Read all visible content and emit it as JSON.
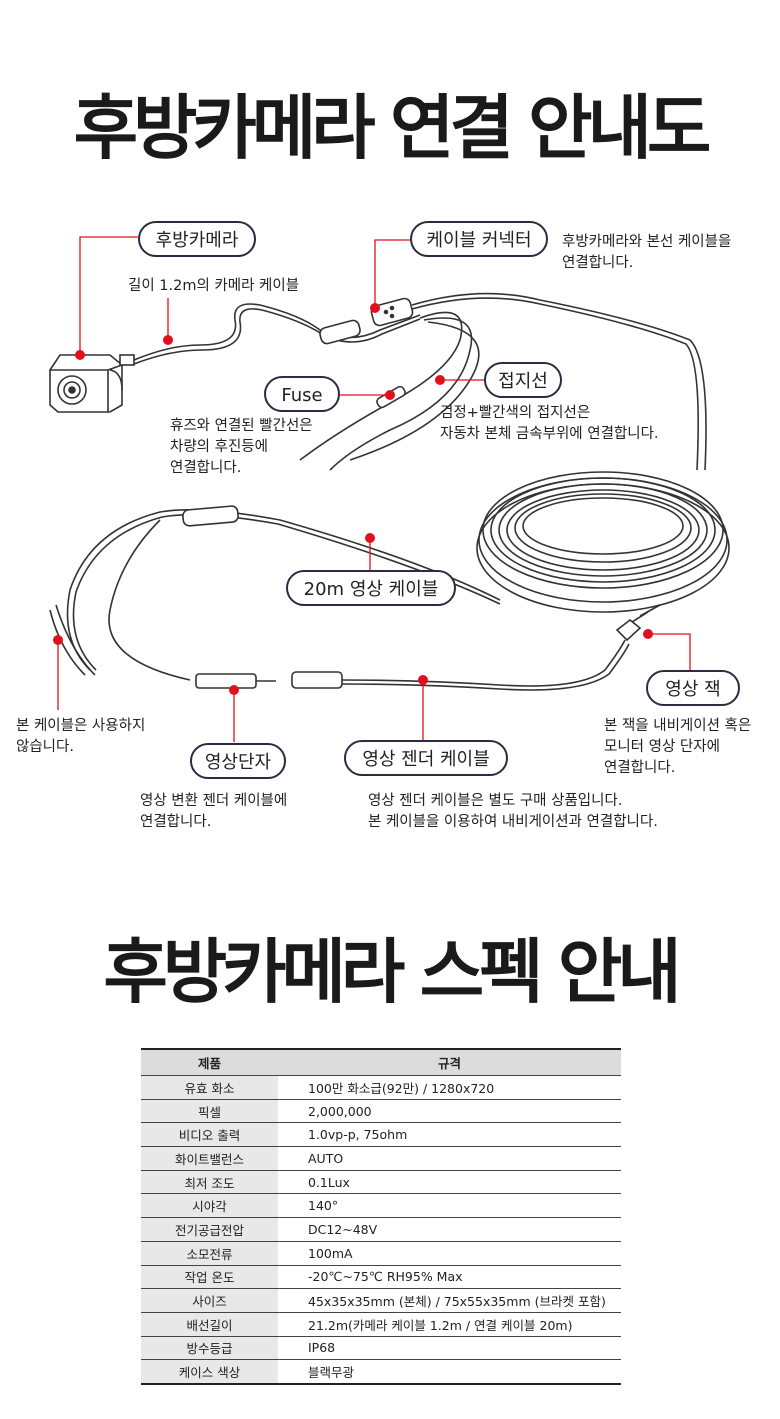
{
  "title1": "후방카메라 연결 안내도",
  "title2": "후방카메라 스펙 안내",
  "labels": {
    "camera": "후방카메라",
    "connector": "케이블 커넥터",
    "fuse": "Fuse",
    "ground": "접지선",
    "cable20m": "20m 영상 케이블",
    "jack": "영상 잭",
    "terminal": "영상단자",
    "gender": "영상 젠더 케이블"
  },
  "notes": {
    "camera_cable": "길이 1.2m의 카메라 케이블",
    "connector_l1": "후방카메라와 본선 케이블을",
    "connector_l2": "연결합니다.",
    "fuse_l1": "휴즈와 연결된 빨간선은",
    "fuse_l2": "차량의 후진등에",
    "fuse_l3": "연결합니다.",
    "ground_l1": "검정+빨간색의 접지선은",
    "ground_l2": "자동차 본체 금속부위에 연결합니다.",
    "unused_l1": "본 케이블은 사용하지",
    "unused_l2": "않습니다.",
    "jack_l1": "본 잭을 내비게이션 혹은",
    "jack_l2": "모니터 영상 단자에",
    "jack_l3": "연결합니다.",
    "terminal_l1": "영상 변환 젠더 케이블에",
    "terminal_l2": "연결합니다.",
    "gender_l1": "영상 젠더 케이블은 별도 구매 상품입니다.",
    "gender_l2": "본 케이블을 이용하여 내비게이션과 연결합니다."
  },
  "spec": {
    "header": [
      "제품",
      "규격"
    ],
    "rows": [
      [
        "유효 화소",
        "100만 화소급(92만) / 1280x720"
      ],
      [
        "픽셀",
        "2,000,000"
      ],
      [
        "비디오 출력",
        "1.0vp-p, 75ohm"
      ],
      [
        "화이트밸런스",
        "AUTO"
      ],
      [
        "최저 조도",
        "0.1Lux"
      ],
      [
        "시야각",
        "140°"
      ],
      [
        "전기공급전압",
        "DC12~48V"
      ],
      [
        "소모전류",
        "100mA"
      ],
      [
        "작업 온도",
        "-20℃~75℃ RH95% Max"
      ],
      [
        "사이즈",
        "45x35x35mm (본체) / 75x55x35mm (브라켓 포함)"
      ],
      [
        "배선길이",
        "21.2m(카메라 케이블 1.2m / 연결 케이블 20m)"
      ],
      [
        "방수등급",
        "IP68"
      ],
      [
        "케이스 색상",
        "블랙무광"
      ]
    ]
  },
  "colors": {
    "accent": "#e0111b",
    "pill_border": "#2b2b44"
  }
}
